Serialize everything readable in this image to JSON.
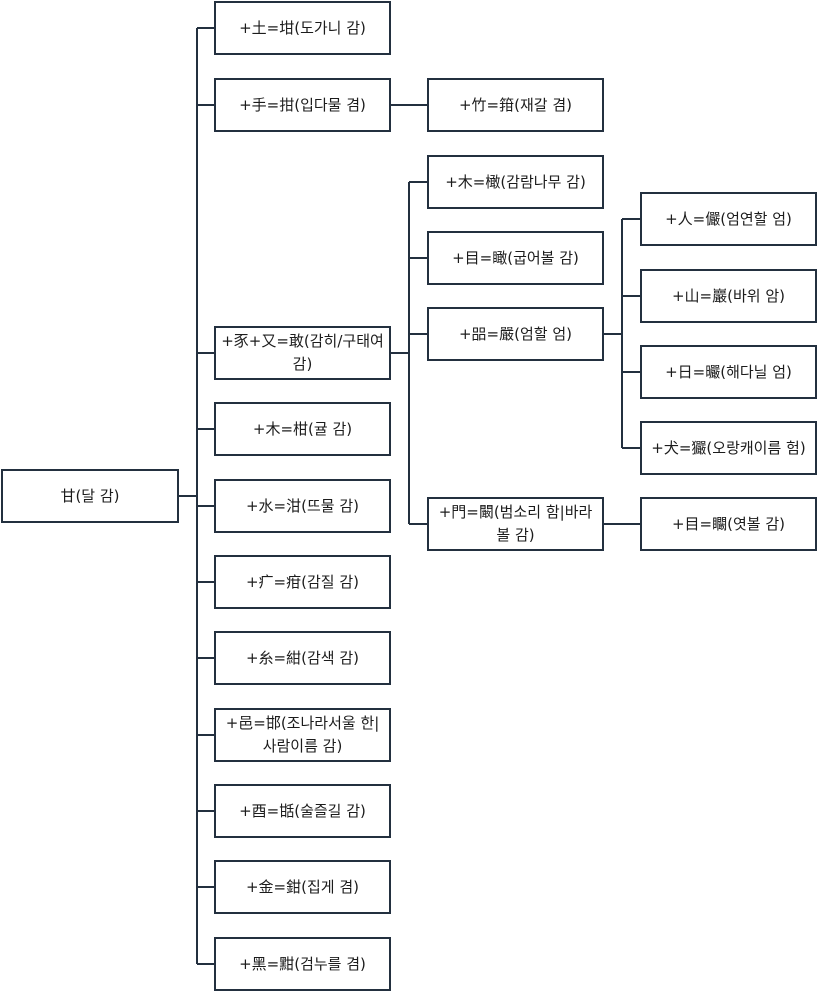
{
  "colors": {
    "line": "#23303f",
    "box_border": "#23303f",
    "box_fill": "#ffffff",
    "text": "#1c1c1c"
  },
  "root": {
    "id": "root",
    "label": "甘(달 감)"
  },
  "nodes": [
    {
      "id": "n1",
      "parent": "root",
      "label": "+土=坩(도가니 감)"
    },
    {
      "id": "n2",
      "parent": "root",
      "label": "+手=拑(입다물 겸)"
    },
    {
      "id": "n2a",
      "parent": "n2",
      "label": "+竹=箝(재갈 겸)"
    },
    {
      "id": "n3",
      "parent": "root",
      "label": "+豕+又=敢(감히/구태여 감)"
    },
    {
      "id": "n3a",
      "parent": "n3",
      "label": "+木=橄(감람나무 감)"
    },
    {
      "id": "n3b",
      "parent": "n3",
      "label": "+目=瞰(굽어볼 감)"
    },
    {
      "id": "n3c",
      "parent": "n3",
      "label": "+㗊=嚴(엄할 엄)"
    },
    {
      "id": "n3c1",
      "parent": "n3c",
      "label": "+人=儼(엄연할 엄)"
    },
    {
      "id": "n3c2",
      "parent": "n3c",
      "label": "+山=巖(바위 암)"
    },
    {
      "id": "n3c3",
      "parent": "n3c",
      "label": "+日=曮(해다닐 엄)"
    },
    {
      "id": "n3c4",
      "parent": "n3c",
      "label": "+犬=玁(오랑캐이름 험)"
    },
    {
      "id": "n3d",
      "parent": "n3",
      "label": "+門=闞(범소리 함|바라볼 감)"
    },
    {
      "id": "n3d1",
      "parent": "n3d",
      "label": "+目=矙(엿볼 감)"
    },
    {
      "id": "n4",
      "parent": "root",
      "label": "+木=柑(귤 감)"
    },
    {
      "id": "n5",
      "parent": "root",
      "label": "+水=泔(뜨물 감)"
    },
    {
      "id": "n6",
      "parent": "root",
      "label": "+疒=疳(감질 감)"
    },
    {
      "id": "n7",
      "parent": "root",
      "label": "+糸=紺(감색 감)"
    },
    {
      "id": "n8",
      "parent": "root",
      "label": "+邑=邯(조나라서울 한|사람이름 감)"
    },
    {
      "id": "n9",
      "parent": "root",
      "label": "+酉=甛(술즐길 감)"
    },
    {
      "id": "n10",
      "parent": "root",
      "label": "+金=鉗(집게 겸)"
    },
    {
      "id": "n11",
      "parent": "root",
      "label": "+黑=黚(검누를 겸)"
    }
  ]
}
